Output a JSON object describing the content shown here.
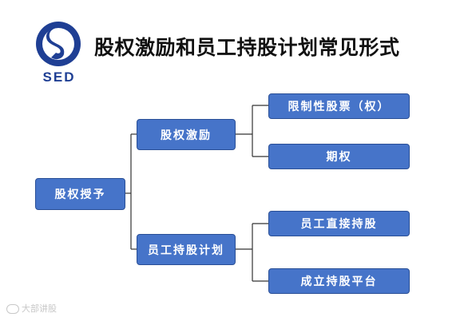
{
  "logo": {
    "text": "SED",
    "brand_color": "#1f3f94"
  },
  "title": "股权激励和员工持股计划常见形式",
  "nodes": {
    "root": "股权授予",
    "equity_incentive": "股权激励",
    "esop": "员工持股计划",
    "restricted_stock": "限制性股票（权）",
    "options": "期权",
    "direct_holding": "员工直接持股",
    "holding_platform": "成立持股平台"
  },
  "colors": {
    "box_fill": "#4674c9",
    "box_border": "#2a4f96",
    "connector": "#333333"
  },
  "watermark": "大部讲股"
}
